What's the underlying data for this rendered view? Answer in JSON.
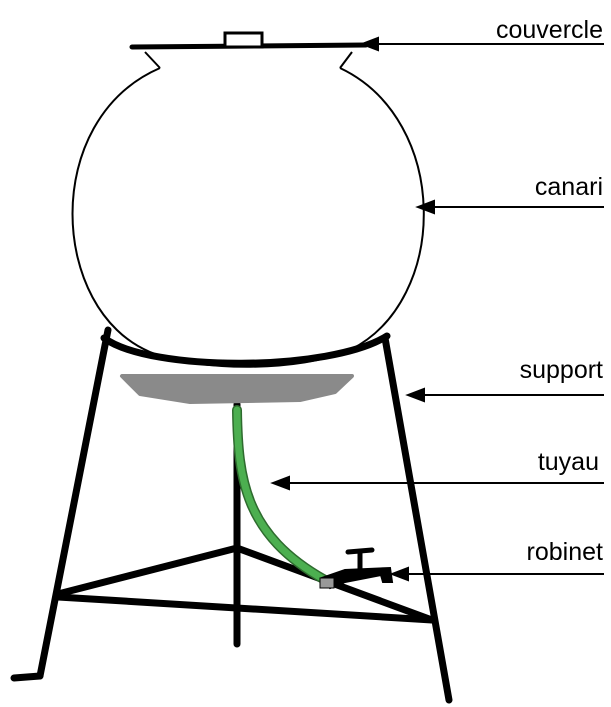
{
  "labels": {
    "lid": "couvercle",
    "jar": "canari",
    "stand": "support",
    "pipe": "tuyau",
    "tap": "robinet"
  },
  "colors": {
    "outline": "#000000",
    "pipe": "#4caf50",
    "basin": "#8a8a8a",
    "background": "#ffffff"
  }
}
